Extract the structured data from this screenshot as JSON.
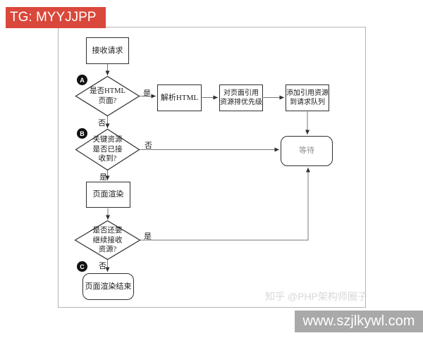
{
  "banners": {
    "tg": "TG: MYYJJPP",
    "site": "www.szjlkywl.com"
  },
  "watermark": "知乎 @PHP架构师圈子",
  "flowchart": {
    "nodes": {
      "receive_request": "接收请求",
      "is_html_page": "是否HTML\n页面?",
      "parse_html": "解析HTML",
      "prioritize_resources": "对页面引用\n资源排优先级",
      "add_to_request_queue": "添加引用资源\n到请求队列",
      "wait": "等待",
      "key_resources_received": "关键资源\n是否已接\n收到?",
      "page_render": "页面渲染",
      "continue_receiving": "是否还要\n继续接收\n资源?",
      "page_render_end": "页面渲染结束"
    },
    "labels": {
      "yes": "是",
      "no": "否"
    },
    "markers": {
      "a": "A",
      "b": "B",
      "c": "C"
    }
  },
  "colors": {
    "banner_red": "#d9483b",
    "banner_gray": "#a9a9a9",
    "frame_border": "#b5b5b5",
    "node_border": "#2f2f2f",
    "connector_line": "#777777",
    "wait_text": "#8f8f8f",
    "watermark_text": "#d8d8d8"
  }
}
